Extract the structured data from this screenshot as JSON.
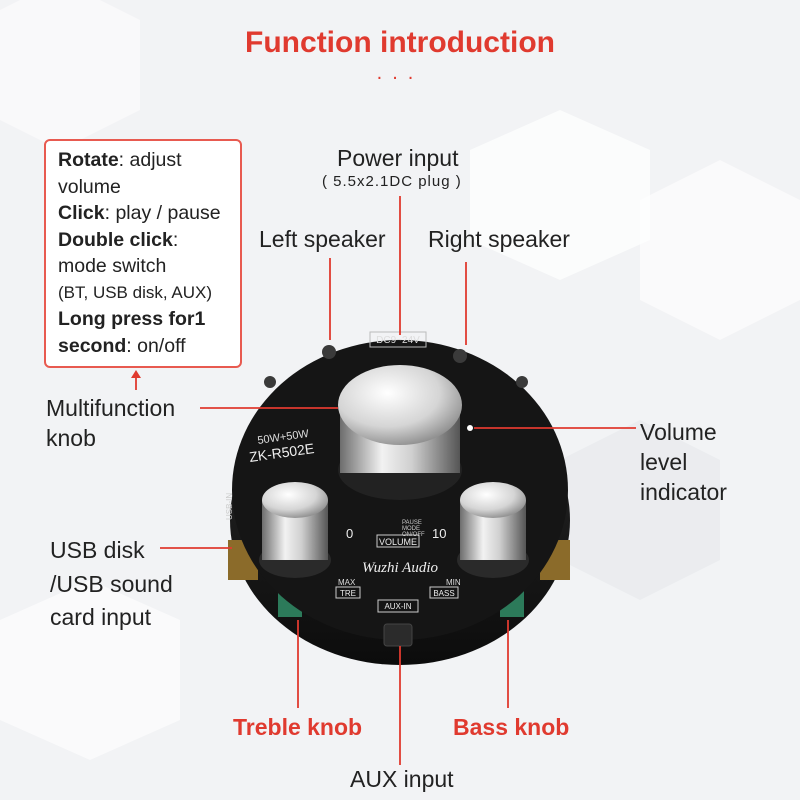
{
  "title": "Function introduction",
  "title_dots": "...",
  "info_box": {
    "rotate_key": "Rotate",
    "rotate_val": ": adjust",
    "rotate_val2": "volume",
    "click_key": "Click",
    "click_val": ": play / pause",
    "double_key": "Double click",
    "double_colon": ":",
    "double_val": "mode switch",
    "modes": "(BT, USB disk, AUX)",
    "long_key": "Long press for1",
    "long_key2": "second",
    "long_val": ": on/off"
  },
  "labels": {
    "power_input": "Power input",
    "power_plug": "( 5.5x2.1DC plug )",
    "left_speaker": "Left speaker",
    "right_speaker": "Right speaker",
    "multifunction_1": "Multifunction",
    "multifunction_2": "knob",
    "volume_1": "Volume",
    "volume_2": "level",
    "volume_3": "indicator",
    "usb_1": "USB disk",
    "usb_2": "/USB sound",
    "usb_3": "card input",
    "treble_knob": "Treble knob",
    "bass_knob": "Bass knob",
    "aux_input": "AUX input"
  },
  "board": {
    "power_rating": "50W+50W",
    "model": "ZK-R502E",
    "dc_label": "DC9~24V",
    "volume_label": "VOLUME",
    "vol_min": "0",
    "vol_max": "10",
    "modes": [
      "PAUSE",
      "MODE",
      "ON/OFF"
    ],
    "brand": "Wuzhi Audio",
    "tre_label": "TRE",
    "bass_label": "BASS",
    "max_label": "MAX",
    "min_label": "MIN",
    "aux_label": "AUX-IN",
    "usb_label": "USB-IN"
  },
  "colors": {
    "accent": "#e03a2f",
    "board": "#141414",
    "text": "#222222"
  }
}
